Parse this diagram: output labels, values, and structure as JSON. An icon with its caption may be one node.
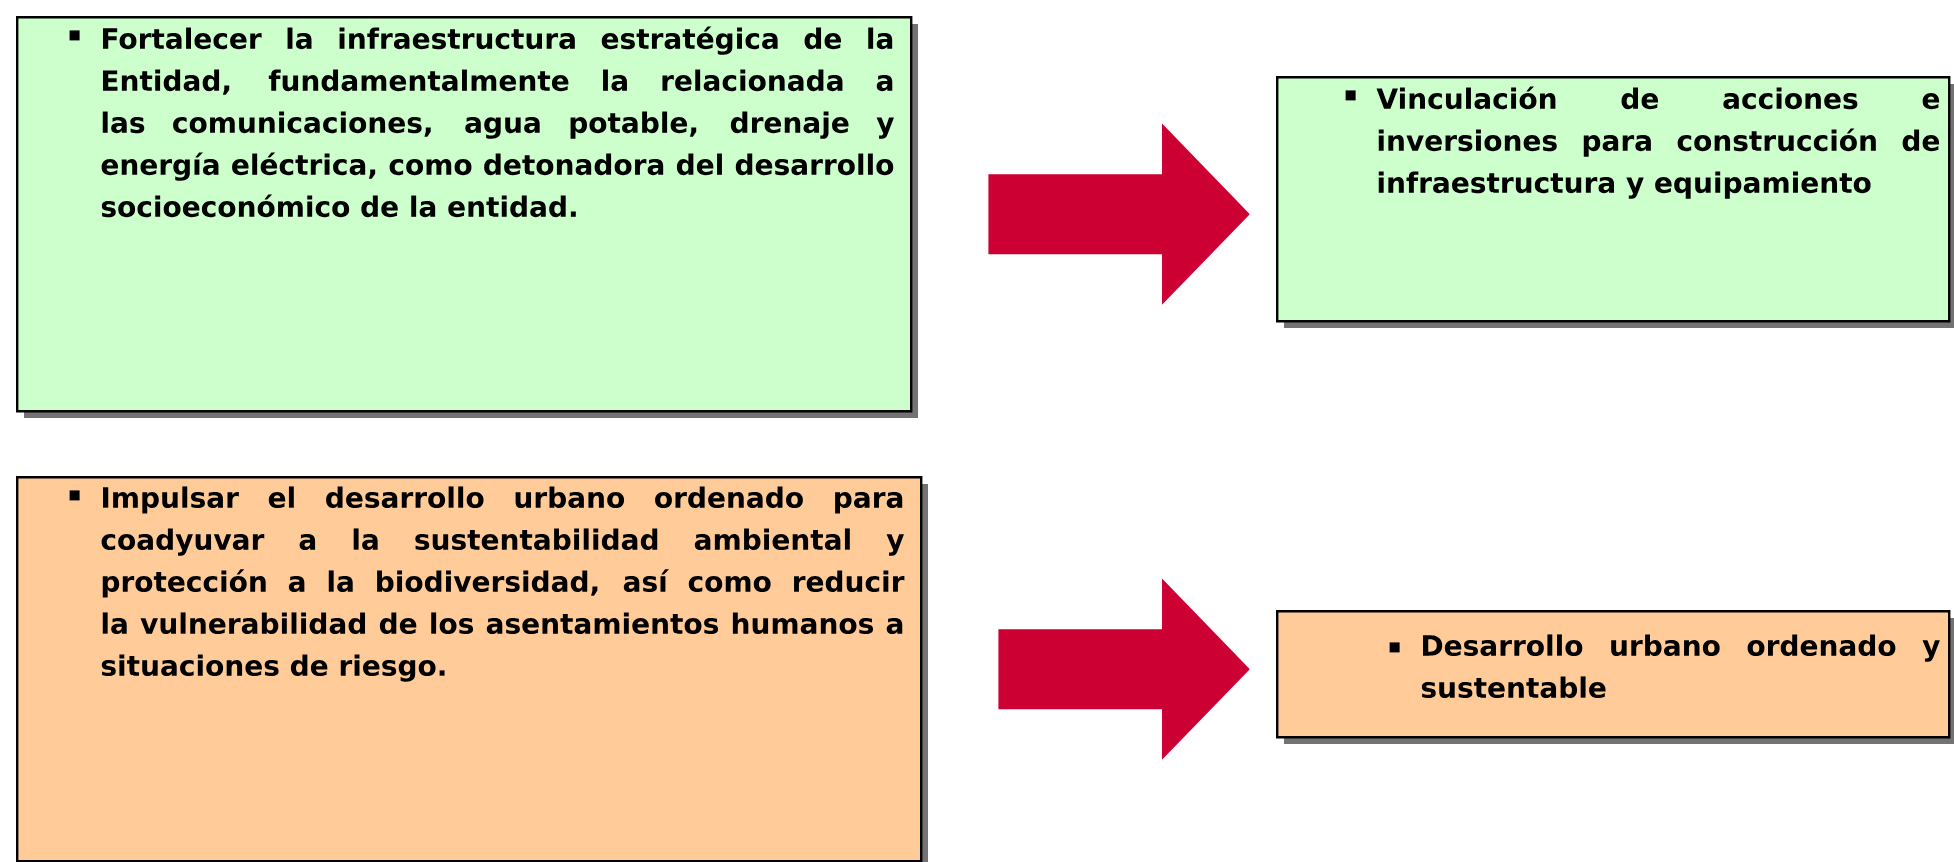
{
  "diagram": {
    "nodes": [
      {
        "text": [
          "Fortalecer la infraestructura estratégica de la Entidad, fundamentalmente la relacionada a las comunicaciones, agua potable, drenaje y energía eléctrica, como detonadora del desarrollo socioeconómico de la entidad."
        ]
      },
      {
        "text": [
          "Vinculación de acciones e inversiones para construcción de infraestructura y equipamiento"
        ]
      },
      {
        "text": [
          "Impulsar el desarrollo urbano ordenado para coadyuvar a la sustentabilidad ambiental y protección a la biodiversidad, así como reducir la vulnerabilidad de los asentamientos humanos a situaciones de riesgo."
        ]
      },
      {
        "text": [
          "Desarrollo urbano ordenado y sustentable"
        ]
      }
    ],
    "edges": [
      {
        "from": 0,
        "to": 1,
        "arrow": "to"
      },
      {
        "from": 2,
        "to": 3,
        "arrow": "to"
      }
    ]
  }
}
